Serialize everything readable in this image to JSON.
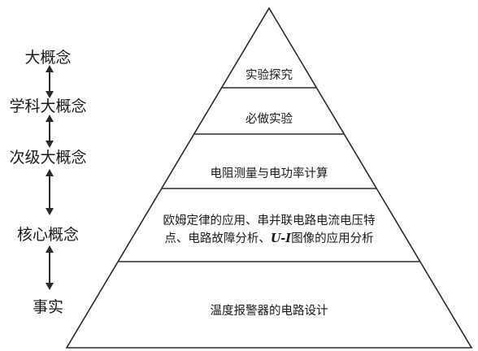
{
  "levels": [
    {
      "label": "大概念"
    },
    {
      "label": "学科大概念"
    },
    {
      "label": "次级大概念"
    },
    {
      "label": "核心概念"
    },
    {
      "label": "事实"
    }
  ],
  "layers": [
    {
      "lines": [
        "实验探究"
      ]
    },
    {
      "lines": [
        "必做实验"
      ]
    },
    {
      "lines": [
        "电阻测量与电功率计算"
      ]
    },
    {
      "lines": [
        "欧姆定律的应用、串并联电路电流电压特",
        "点、电路故障分析、"
      ],
      "emphasis": "U-I",
      "tail": "图像的应用分析"
    },
    {
      "lines": [
        "温度报警器的电路设计"
      ]
    }
  ]
}
